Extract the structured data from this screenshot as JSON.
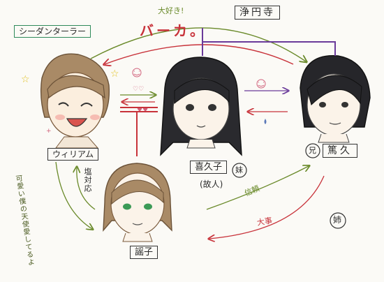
{
  "labels": {
    "group_cheerleader": "シーダンターラー",
    "group_family": "浄円寺",
    "love": "大好き!",
    "baka": "バーカ。",
    "william": "ウィリアム",
    "kikuko": "喜久子",
    "kikuko_relation": "妹",
    "kikuko_status": "(故人)",
    "atsuhisa": "篤久",
    "atsuhisa_relation": "兄",
    "yoko": "謡子",
    "yoko_relation": "姉",
    "salty": "塩対応",
    "trust": "信頼",
    "precious": "大事",
    "cute_angel": "可愛い僕の天使愛してるよ"
  },
  "colors": {
    "green": "#6a8a2a",
    "red": "#c8323a",
    "purple": "#6a3a9a",
    "pink": "#d0607a",
    "blue": "#5a78b8",
    "boxgreen": "#2e8a5a"
  }
}
